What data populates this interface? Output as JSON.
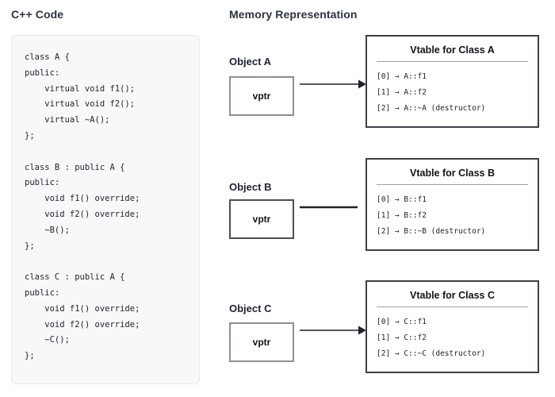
{
  "headings": {
    "code": "C++ Code",
    "memory": "Memory Representation"
  },
  "code_panel": {
    "language": "cpp",
    "source": "class A {\npublic:\n    virtual void f1();\n    virtual void f2();\n    virtual ~A();\n};\n\nclass B : public A {\npublic:\n    void f1() override;\n    void f2() override;\n    ~B();\n};\n\nclass C : public A {\npublic:\n    void f1() override;\n    void f2() override;\n    ~C();\n};"
  },
  "objects": [
    {
      "label": "Object A",
      "slot_text": "vptr",
      "emphasis": false
    },
    {
      "label": "Object B",
      "slot_text": "vptr",
      "emphasis": true
    },
    {
      "label": "Object C",
      "slot_text": "vptr",
      "emphasis": false
    }
  ],
  "vtables": [
    {
      "title": "Vtable for Class A",
      "entries": [
        "[0] → A::f1",
        "[1] → A::f2",
        "[2] → A::~A (destructor)"
      ]
    },
    {
      "title": "Vtable for Class B",
      "entries": [
        "[0] → B::f1",
        "[1] → B::f2",
        "[2] → B::~B (destructor)"
      ]
    },
    {
      "title": "Vtable for Class C",
      "entries": [
        "[0] → C::f1",
        "[1] → C::f2",
        "[2] → C::~C (destructor)"
      ]
    }
  ],
  "colors": {
    "heading": "#2c3340",
    "panel_bg": "#f7f8f9",
    "panel_border": "#e6e8ea",
    "vptr_border": "#8a8f96",
    "vptr_border_emphasis": "#4b5058",
    "vtable_border": "#3c4148",
    "arrow": "#1f2328",
    "separator": "#9aa0a6",
    "code_text": "#20262e"
  }
}
